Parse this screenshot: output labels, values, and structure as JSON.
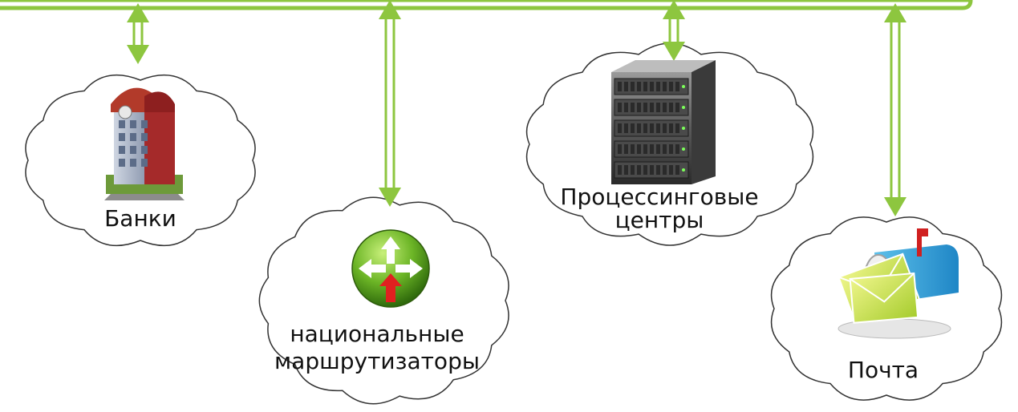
{
  "colors": {
    "bus": "#8dc63f",
    "bus_dark": "#6aa020",
    "arrow": "#8dc63f",
    "cloud_stroke": "#333333"
  },
  "nodes": {
    "banks": {
      "label": "Банки",
      "icon": "bank-building-icon"
    },
    "routers": {
      "label_line1": "национальные",
      "label_line2": "маршрутизаторы",
      "icon": "network-router-icon"
    },
    "processing": {
      "label_line1": "Процессинговые",
      "label_line2": "центры",
      "icon": "server-rack-icon"
    },
    "mail": {
      "label": "Почта",
      "icon": "mailbox-icon"
    }
  }
}
